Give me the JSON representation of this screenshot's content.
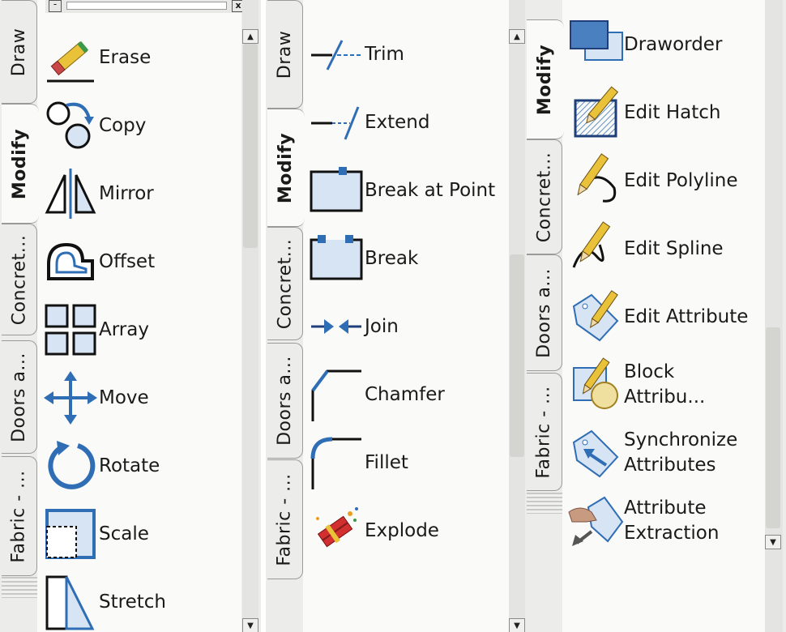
{
  "panel1": {
    "tabs": [
      "Draw",
      "Modify",
      "Concret...",
      "Doors a...",
      "Fabric - ..."
    ],
    "active_tab": "Modify",
    "tools": [
      {
        "label": "Erase",
        "icon": "erase-icon"
      },
      {
        "label": "Copy",
        "icon": "copy-icon"
      },
      {
        "label": "Mirror",
        "icon": "mirror-icon"
      },
      {
        "label": "Offset",
        "icon": "offset-icon"
      },
      {
        "label": "Array",
        "icon": "array-icon"
      },
      {
        "label": "Move",
        "icon": "move-icon"
      },
      {
        "label": "Rotate",
        "icon": "rotate-icon"
      },
      {
        "label": "Scale",
        "icon": "scale-icon"
      },
      {
        "label": "Stretch",
        "icon": "stretch-icon"
      }
    ],
    "close_glyph": "x",
    "minimize_glyph": "-"
  },
  "panel2": {
    "tabs": [
      "Draw",
      "Modify",
      "Concret...",
      "Doors a...",
      "Fabric - ..."
    ],
    "active_tab": "Modify",
    "tools": [
      {
        "label": "Trim",
        "icon": "trim-icon"
      },
      {
        "label": "Extend",
        "icon": "extend-icon"
      },
      {
        "label": "Break at Point",
        "icon": "break-at-point-icon"
      },
      {
        "label": "Break",
        "icon": "break-icon"
      },
      {
        "label": "Join",
        "icon": "join-icon"
      },
      {
        "label": "Chamfer",
        "icon": "chamfer-icon"
      },
      {
        "label": "Fillet",
        "icon": "fillet-icon"
      },
      {
        "label": "Explode",
        "icon": "explode-icon"
      }
    ]
  },
  "panel3": {
    "tabs": [
      "Modify",
      "Concret...",
      "Doors a...",
      "Fabric - ..."
    ],
    "active_tab": "Modify",
    "tools": [
      {
        "label": "Draworder",
        "icon": "draworder-icon"
      },
      {
        "label": "Edit Hatch",
        "icon": "edit-hatch-icon"
      },
      {
        "label": "Edit Polyline",
        "icon": "edit-polyline-icon"
      },
      {
        "label": "Edit Spline",
        "icon": "edit-spline-icon"
      },
      {
        "label": "Edit Attribute",
        "icon": "edit-attribute-icon"
      },
      {
        "label": "Block\nAttribu...",
        "icon": "block-attribute-icon"
      },
      {
        "label": "Synchronize\nAttributes",
        "icon": "synchronize-attributes-icon"
      },
      {
        "label": "Attribute\nExtraction",
        "icon": "attribute-extraction-icon"
      }
    ]
  },
  "colors": {
    "panel_bg": "#ececea",
    "content_bg": "#fafaf8",
    "icon_blue": "#2f6db5",
    "icon_light": "#d6e4f4"
  }
}
